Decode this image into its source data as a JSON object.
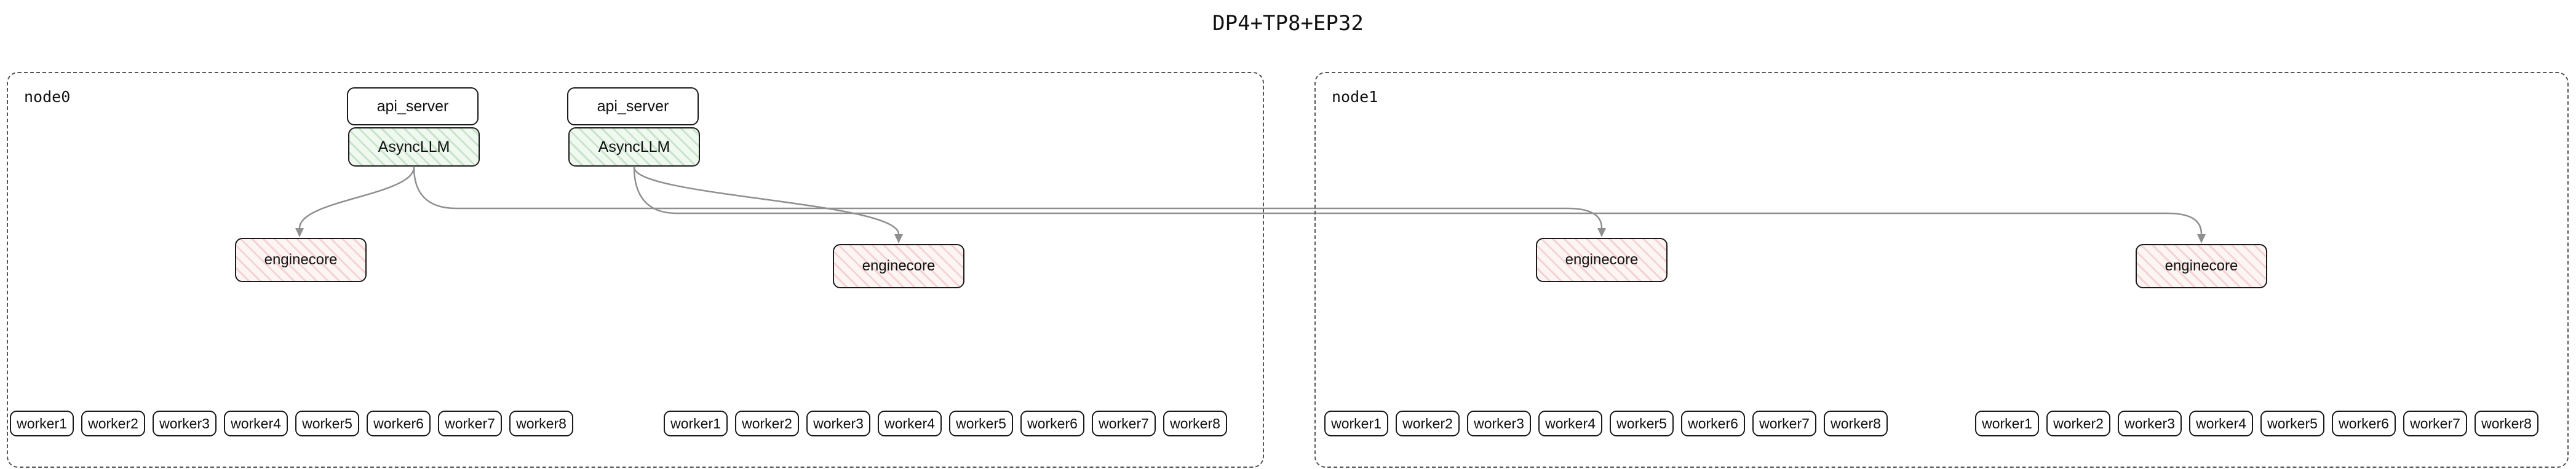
{
  "title": "DP4+TP8+EP32",
  "node0": {
    "label": "node0",
    "api_server1": "api_server",
    "asyncllm1": "AsyncLLM",
    "api_server2": "api_server",
    "asyncllm2": "AsyncLLM",
    "enginecore1": "enginecore",
    "enginecore2": "enginecore",
    "workers_row1": [
      "worker1",
      "worker2",
      "worker3",
      "worker4",
      "worker5",
      "worker6",
      "worker7",
      "worker8"
    ],
    "workers_row2": [
      "worker1",
      "worker2",
      "worker3",
      "worker4",
      "worker5",
      "worker6",
      "worker7",
      "worker8"
    ]
  },
  "node1": {
    "label": "node1",
    "enginecore1": "enginecore",
    "enginecore2": "enginecore",
    "workers_row1": [
      "worker1",
      "worker2",
      "worker3",
      "worker4",
      "worker5",
      "worker6",
      "worker7",
      "worker8"
    ],
    "workers_row2": [
      "worker1",
      "worker2",
      "worker3",
      "worker4",
      "worker5",
      "worker6",
      "worker7",
      "worker8"
    ]
  }
}
